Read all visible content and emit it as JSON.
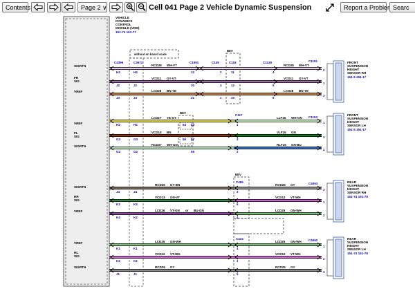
{
  "toolbar": {
    "contents": "Contents",
    "page_select": "Page 2 ∨",
    "title": "Cell 041 Page 2 Vehicle Dynamic Suspension",
    "report": "Report a Problem",
    "search": "Searc"
  },
  "vdm": {
    "name_lines": [
      "VEHICLE",
      "DYNAMICS",
      "CONTROL",
      "MODULE (VDM)"
    ],
    "refs": "151-74   151-77",
    "signals": [
      {
        "lines": [
          "SIGRTN"
        ]
      },
      {
        "lines": [
          "FR",
          "SIG"
        ]
      },
      {
        "lines": [
          "VREF"
        ]
      },
      {
        "lines": [
          "VREF"
        ]
      },
      {
        "lines": [
          "FL",
          "SIG"
        ]
      },
      {
        "lines": [
          "SIGRTN"
        ]
      },
      {
        "lines": [
          "SIGRTN"
        ]
      },
      {
        "lines": [
          "RR",
          "SIG"
        ]
      },
      {
        "lines": [
          "VREF"
        ]
      },
      {
        "lines": [
          "VREF"
        ]
      },
      {
        "lines": [
          "RL",
          "SIG"
        ]
      },
      {
        "lines": [
          "SIGRTN"
        ]
      }
    ]
  },
  "notes": {
    "without_scale": "without on board scale",
    "bev1": "BEV",
    "bev2": "BEV",
    "bev3": "BEV",
    "or": "or"
  },
  "sensors": [
    {
      "lines": [
        "FRONT",
        "SUSPENSION",
        "HEIGHT",
        "SENSOR RH"
      ],
      "refs": "151-5   151-17"
    },
    {
      "lines": [
        "FRONT",
        "SUSPENSION",
        "HEIGHT",
        "SENSOR LH"
      ],
      "refs": "151-5   151-17"
    },
    {
      "lines": [
        "REAR",
        "SUSPENSION",
        "HEIGHT",
        "SENSOR RH"
      ],
      "refs": "151-74   151-78"
    },
    {
      "lines": [
        "REAR",
        "SUSPENSION",
        "HEIGHT",
        "SENSOR LH"
      ],
      "refs": "151-74   151-78"
    }
  ],
  "connectors": {
    "c4396": "C4396",
    "c3672": "C3672",
    "c1591": "C1591",
    "c145": "C145",
    "c118": "C118",
    "c1128": "C1128",
    "c1151": "C1151",
    "c117": "C117",
    "c1153": "C1153",
    "c495": "C495",
    "c4093": "C4093",
    "c424": "C424",
    "c4092": "C4092"
  },
  "pins": {
    "h3a": "H3",
    "h3b": "H3",
    "j2a": "J2",
    "j2b": "J2",
    "j3a": "J3",
    "j3b": "J3",
    "g1_12": "12",
    "g1_30": "30",
    "g1_21": "21",
    "g1_2": "2",
    "g1_3": "3",
    "g1_1": "1",
    "g1_11": "11",
    "g1_12b": "12",
    "g1_10": "10",
    "g1_4": "4",
    "g1_5": "5",
    "g1_6": "6",
    "g1_2e": "2",
    "g1_1e": "1",
    "g1_3e": "3",
    "h2a": "H2",
    "h2b": "H2",
    "g3a": "G3",
    "g3b": "G3",
    "g2a": "G2",
    "g2b": "G2",
    "g2_54": "54",
    "g2_43": "43",
    "g2_56": "56",
    "g2_57": "57",
    "g2_55": "55",
    "g2_1": "1",
    "g2_3": "3",
    "g2_2": "2",
    "g2_1e": "1",
    "g2_3e": "3",
    "g2_2e": "2",
    "j4a": "J4",
    "j4b": "J4",
    "k3a": "K3",
    "k3b": "K3",
    "k4a": "K4",
    "k4b": "K4",
    "g3_3": "3",
    "g3_6": "6",
    "g3_4": "4",
    "g3_3e": "3",
    "g3_1e": "1",
    "g3_2e": "2",
    "k1a": "K1",
    "k1b": "K1",
    "k2a": "K2",
    "k2b": "K2",
    "j1a": "J1",
    "j1b": "J1",
    "g4_4": "4",
    "g4_1": "1",
    "g4_5": "5",
    "g4_1e": "1",
    "g4_2e": "2",
    "g4_3e": "3"
  },
  "wires": {
    "g1_w1a": "RCD28",
    "g1_w1b": "WH-VT",
    "g1_w1c": "RCD28",
    "g1_w1d": "WH-VT",
    "g1_w2a": "VCD11",
    "g1_w2b": "GY-VT",
    "g1_w2c": "VCD11",
    "g1_w2d": "GY-VT",
    "g1_w3a": "LCD28",
    "g1_w3b": "BN-YE",
    "g1_w3c": "LCD28",
    "g1_w3d": "BN-YE",
    "g2_w1a": "LCD27",
    "g2_w1b": "YE-GY",
    "g2_w1c": "LLF15",
    "g2_w1d": "WH-GN",
    "g2_w2a": "VCD10",
    "g2_w2b": "BN",
    "g2_w2c": "VLF15",
    "g2_w2d": "GN",
    "g2_w3a": "RCD27",
    "g2_w3b": "WH-GN",
    "g2_w3c": "RLF15",
    "g2_w3d": "GN-BU",
    "g3_w1a": "RCD26",
    "g3_w1b": "GY-BN",
    "g3_w1c": "RCD25",
    "g3_w1d": "GY",
    "g3_w2a": "VCD13",
    "g3_w2b": "GN-VT",
    "g3_w2c": "VCD12",
    "g3_w2d": "VT-WH",
    "g3_w3a": "LCD26",
    "g3_w3b": "VT-GN",
    "g3_w3c": "BU-GN",
    "g3_w3d": "LCD25",
    "g3_w3e": "GN-WH",
    "g4_w1a": "LCD25",
    "g4_w1b": "GN-WH",
    "g4_w1c": "LCD25",
    "g4_w1d": "GN-WH",
    "g4_w2a": "VCD12",
    "g4_w2b": "VT-WH",
    "g4_w2c": "VCD12",
    "g4_w2d": "VT-WH",
    "g4_w3a": "RCD25",
    "g4_w3b": "GY",
    "g4_w3c": "RCD25",
    "g4_w3d": "GY"
  },
  "colors": {
    "ref_blue": "#0000cc",
    "wh_vt": "#ead0ea",
    "gy_vt": "#a06ca8",
    "bn_ye": "#c07a3c",
    "ye_gy": "#e6d84a",
    "bn": "#8a3a1a",
    "wh_gn": "#b8e0b8",
    "gn": "#0f7a1f",
    "gn_bu": "#2a6ec8",
    "gy_bn": "#7a6a5a",
    "gn_vt": "#3a8a4a",
    "vt_gn": "#8a4aa0",
    "gy": "#8c8c8c",
    "vt_wh": "#cc66cc",
    "gn_wh": "#7dbb7d"
  }
}
